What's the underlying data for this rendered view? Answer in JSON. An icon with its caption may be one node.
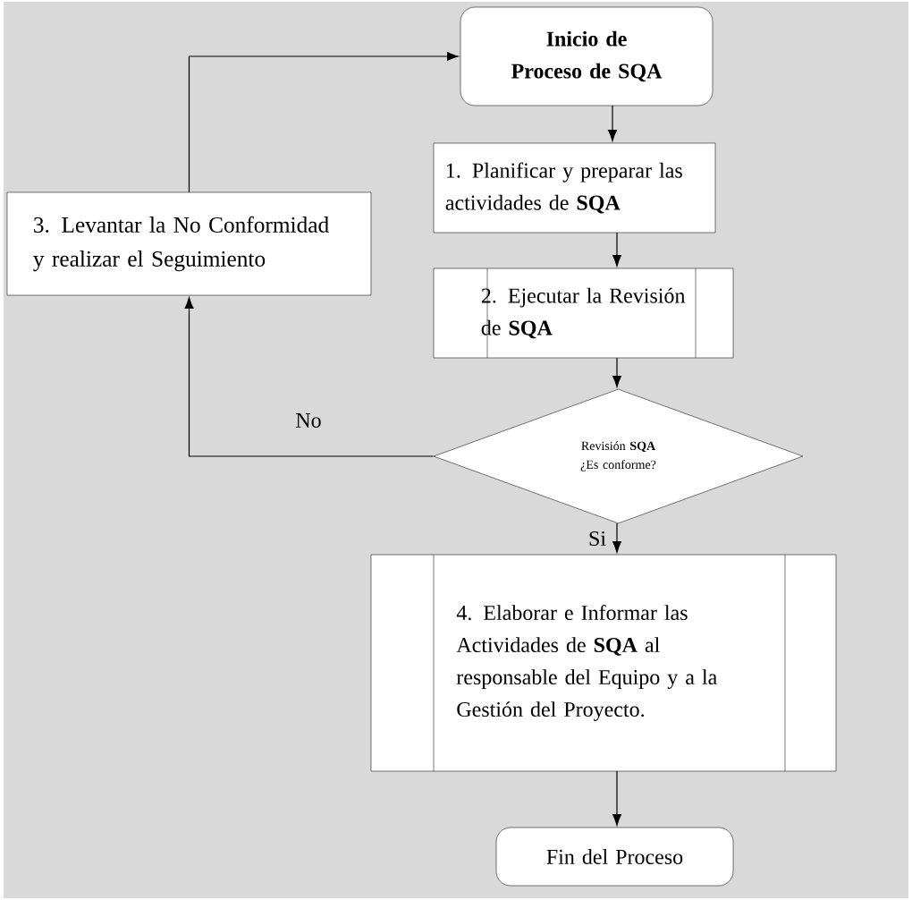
{
  "diagram": {
    "nodes": [
      {
        "text": [
          "Inicio de Proceso de SQA"
        ]
      },
      {
        "text": [
          "1. Planificar y preparar las actividades de **SQA**"
        ]
      },
      {
        "text": [
          "3. Levantar la No Conformidad y realizar el Seguimiento"
        ]
      },
      {
        "text": [
          "2. Ejecutar la Revisión de **SQA**"
        ]
      },
      {
        "text": [
          "Revisión **SQA** ¿Es conforme?"
        ]
      },
      {
        "text": [
          "4. Elaborar e Informar las Actividades de **SQA** al responsable del Equipo y a la Gestión del Proyecto."
        ]
      },
      {
        "text": [
          "Fin del Proceso"
        ]
      }
    ],
    "edges": [
      {
        "from": 0,
        "to": 1,
        "arrow": "to"
      },
      {
        "from": 1,
        "to": 3,
        "arrow": "to"
      },
      {
        "from": 3,
        "to": 4,
        "arrow": "to"
      },
      {
        "from": 4,
        "to": 2,
        "arrow": "to",
        "label": "No"
      },
      {
        "from": 2,
        "to": 0,
        "arrow": "to"
      },
      {
        "from": 4,
        "to": 5,
        "arrow": "to",
        "label": "Si"
      },
      {
        "from": 5,
        "to": 6,
        "arrow": "to"
      }
    ]
  }
}
